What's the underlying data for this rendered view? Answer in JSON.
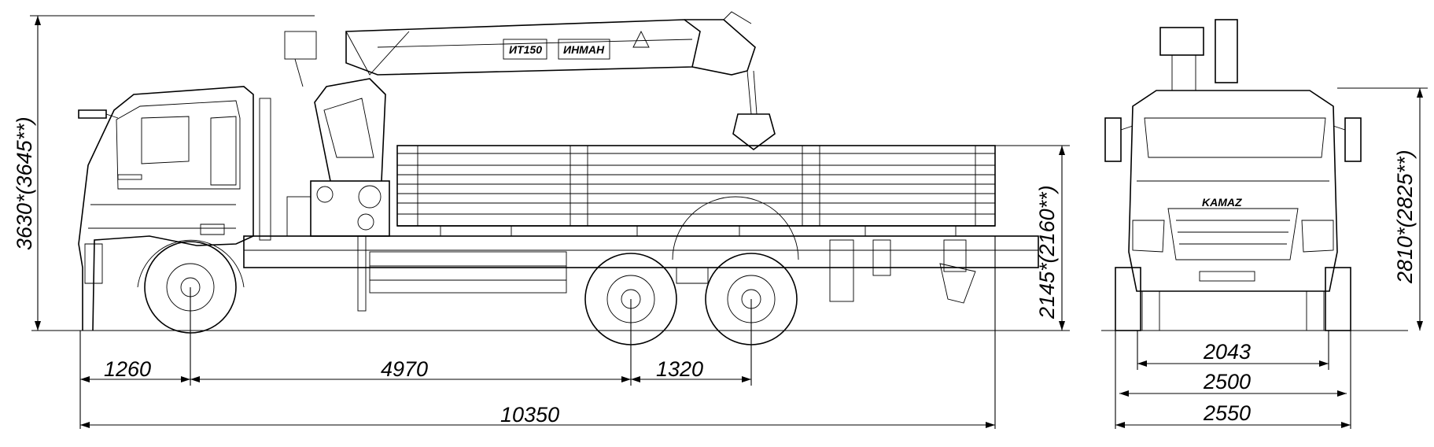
{
  "drawing": {
    "side_view": {
      "heights": {
        "overall": "3630*(3645**)",
        "platform": "2145*(2160**)"
      },
      "lengths": {
        "front_overhang": "1260",
        "wheelbase": "4970",
        "rear_axle_spacing": "1320",
        "overall_length": "10350"
      },
      "crane_labels": [
        "ИТ150",
        "ИНМАН"
      ]
    },
    "front_view": {
      "height": "2810*(2825**)",
      "widths": {
        "track": "2043",
        "body": "2500",
        "overall": "2550"
      },
      "grille_badge": "KAMAZ"
    }
  }
}
